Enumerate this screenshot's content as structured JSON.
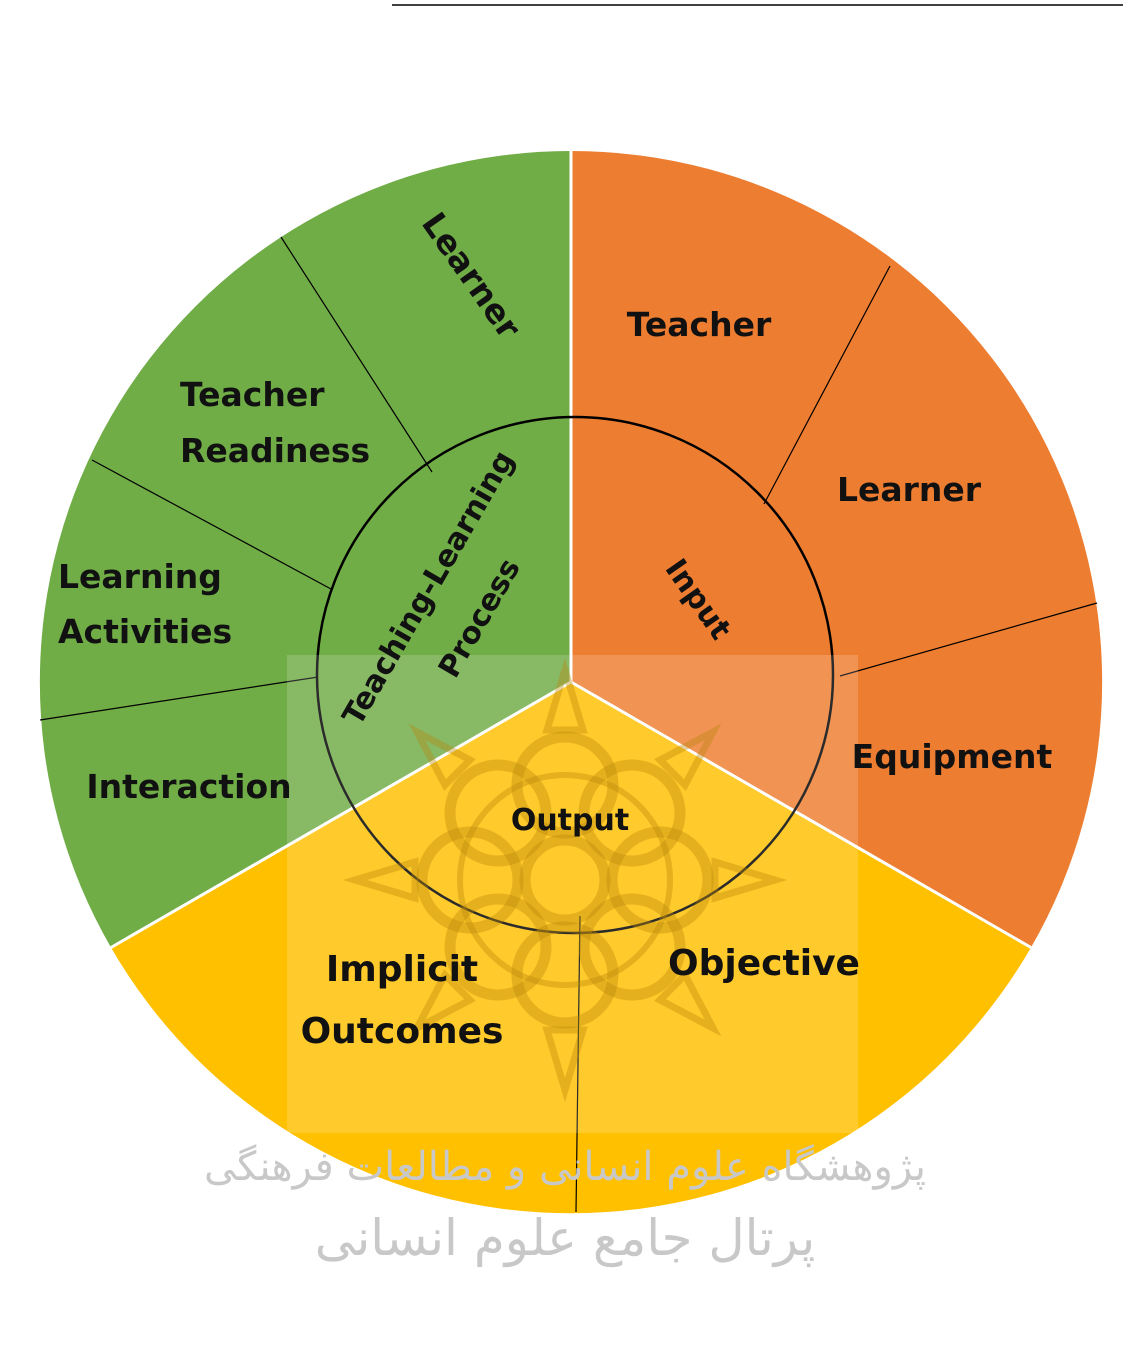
{
  "diagram": {
    "core_labels": {
      "input": "Input",
      "process_line1": "Teaching-Learning",
      "process_line2": "Process",
      "output": "Output"
    },
    "input_segments": {
      "teacher": "Teacher",
      "learner": "Learner",
      "equipment": "Equipment"
    },
    "process_segments": {
      "learner": "Learner",
      "teacher_readiness_line1": "Teacher",
      "teacher_readiness_line2": "Readiness",
      "learning_activities_line1": "Learning",
      "learning_activities_line2": "Activities",
      "interaction": "Interaction"
    },
    "output_segments": {
      "implicit_line1": "Implicit",
      "implicit_line2": "Outcomes",
      "objective": "Objective"
    },
    "colors": {
      "input": "#ED7D31",
      "process": "#70AD47",
      "output": "#FFC000",
      "divider": "#ffffff",
      "line": "#000000"
    }
  },
  "watermark": {
    "line1": "پژوهشگاه علوم انسانی و مطالعات فرهنگی",
    "line2": "پرتال جامع علوم انسانی"
  }
}
